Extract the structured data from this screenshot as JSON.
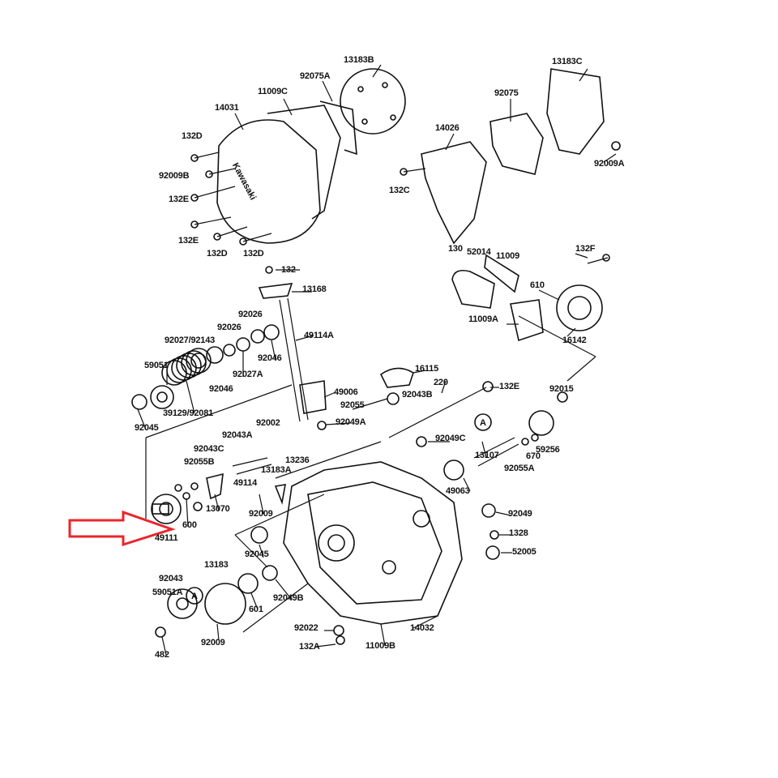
{
  "diagram": {
    "logo_text": "Kawasaki",
    "callout_marker": "A",
    "highlight_arrow_color": "#e8262b",
    "highlighted_part": "600",
    "labels": [
      "13183B",
      "92075A",
      "11009C",
      "14031",
      "13183C",
      "92075",
      "14026",
      "132D",
      "92009B",
      "132E",
      "132E",
      "132D",
      "132D",
      "132C",
      "92009A",
      "130",
      "52014",
      "11009",
      "132F",
      "610",
      "11009A",
      "16142",
      "132",
      "13168",
      "92026",
      "92026",
      "92027/92143",
      "49114A",
      "92046",
      "92027A",
      "59051",
      "92046",
      "39129/92081",
      "92045",
      "49006",
      "16115",
      "220",
      "92043B",
      "92055",
      "132E",
      "92015",
      "92049A",
      "92002",
      "92043A",
      "92049C",
      "92043C",
      "13236",
      "92055B",
      "49114",
      "13183A",
      "13107",
      "670",
      "59256",
      "92055A",
      "49063",
      "13070",
      "92009",
      "92049",
      "600",
      "49111",
      "1328",
      "92045",
      "52005",
      "13183",
      "92043",
      "59051A",
      "601",
      "92049B",
      "92022",
      "14032",
      "132A",
      "11009B",
      "92009",
      "482"
    ]
  }
}
